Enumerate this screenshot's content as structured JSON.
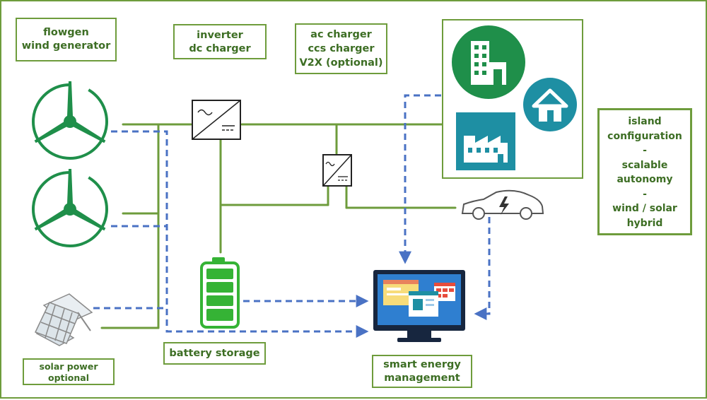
{
  "labels": {
    "wind": [
      "flowgen",
      "wind generator"
    ],
    "inverter": [
      "inverter",
      "dc charger"
    ],
    "charger": [
      "ac charger",
      "ccs charger",
      "V2X (optional)"
    ],
    "island": [
      "island",
      "configuration",
      "-",
      "scalable",
      "autonomy",
      "-",
      "wind / solar",
      "hybrid"
    ],
    "battery": [
      "battery storage"
    ],
    "solar": [
      "solar power",
      "optional"
    ],
    "sem": [
      "smart energy",
      "management"
    ]
  },
  "colors": {
    "frame": "#6e9c3c",
    "label_text": "#3d6e24",
    "power_line": "#6e9c3c",
    "data_line": "#4a72c4",
    "icon_green": "#1f8f4a",
    "icon_teal": "#1e8fa3",
    "battery_green": "#35b335",
    "monitor_dark": "#17263f",
    "screen_blue": "#2f7fd0"
  },
  "icons": [
    "wind-turbine-icon",
    "wind-turbine-icon",
    "solar-panel-icon",
    "inverter-icon",
    "ac-dc-converter-icon",
    "battery-icon",
    "office-building-icon",
    "house-icon",
    "factory-icon",
    "electric-car-icon",
    "monitor-icon"
  ]
}
